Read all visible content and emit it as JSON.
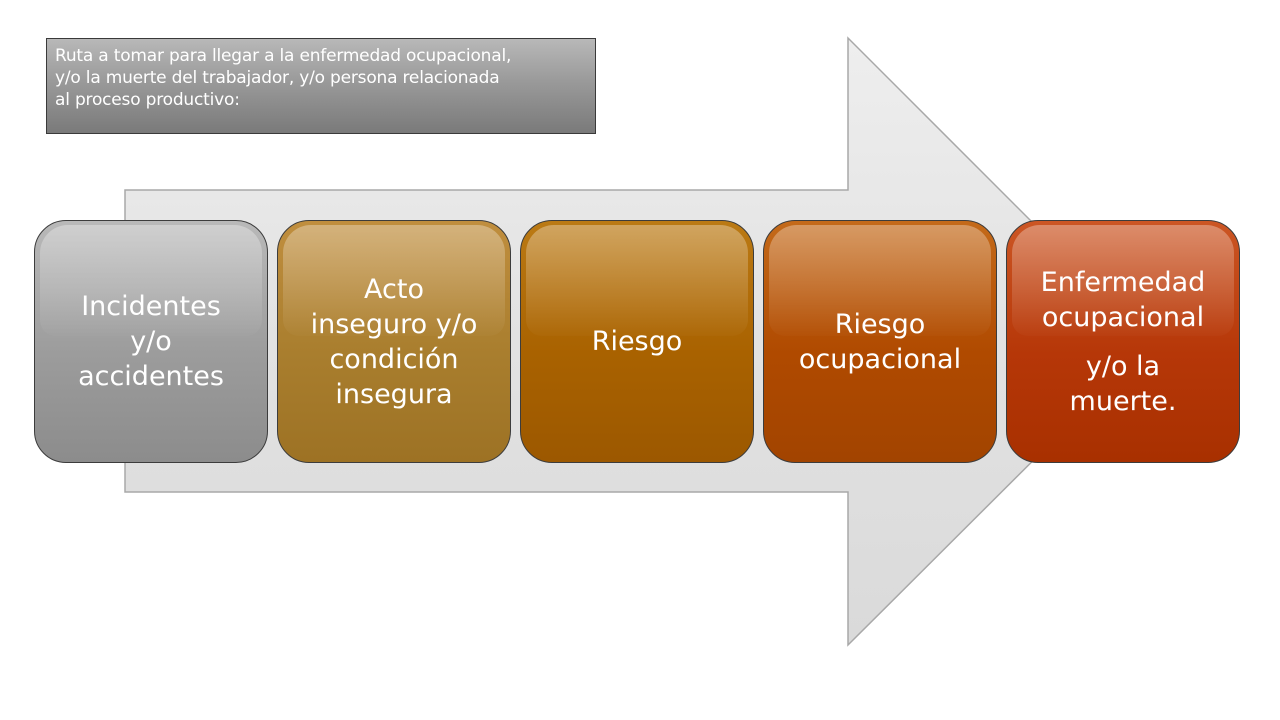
{
  "caption": {
    "lines": [
      "Ruta a tomar para llegar a la enfermedad ocupacional,",
      "y/o la muerte del trabajador, y/o persona relacionada",
      "al proceso productivo:"
    ]
  },
  "steps": [
    {
      "lines": [
        "Incidentes",
        "y/o",
        "accidentes"
      ]
    },
    {
      "lines": [
        "Acto",
        "inseguro y/o",
        "condición",
        "insegura"
      ]
    },
    {
      "lines": [
        "Riesgo"
      ]
    },
    {
      "lines": [
        "Riesgo",
        "ocupacional"
      ]
    },
    {
      "lines": [
        "Enfermedad",
        "ocupacional",
        "y/o la",
        "muerte."
      ]
    }
  ],
  "colors": {
    "arrow_fill": "#e4e4e4",
    "arrow_stroke": "#a8a8a8",
    "step_1": "#9c9c9c",
    "step_2": "#a97e2e",
    "step_3": "#a96200",
    "step_4": "#b04a00",
    "step_5": "#b63708"
  }
}
